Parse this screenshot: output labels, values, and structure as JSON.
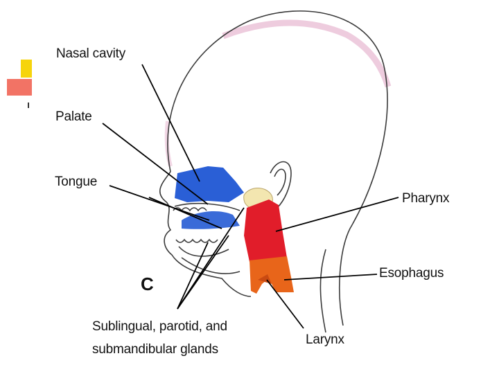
{
  "labels": {
    "nasal_cavity": "Nasal cavity",
    "palate": "Palate",
    "tongue": "Tongue",
    "pharynx": "Pharynx",
    "esophagus": "Esophagus",
    "larynx": "Larynx",
    "glands_line1": "Sublingual, parotid, and",
    "glands_line2": "submandibular glands",
    "panel_letter": "C"
  },
  "colors": {
    "nasal_cavity": "#2a5fd6",
    "tongue": "#3a6bd8",
    "pharynx": "#e11d2a",
    "esophagus": "#e8651a",
    "glands": "#f3e6b0",
    "scalp_highlight": "#e7b6d0",
    "slide_accent_yellow": "#f6d40c",
    "slide_accent_red": "#f05a4a"
  }
}
